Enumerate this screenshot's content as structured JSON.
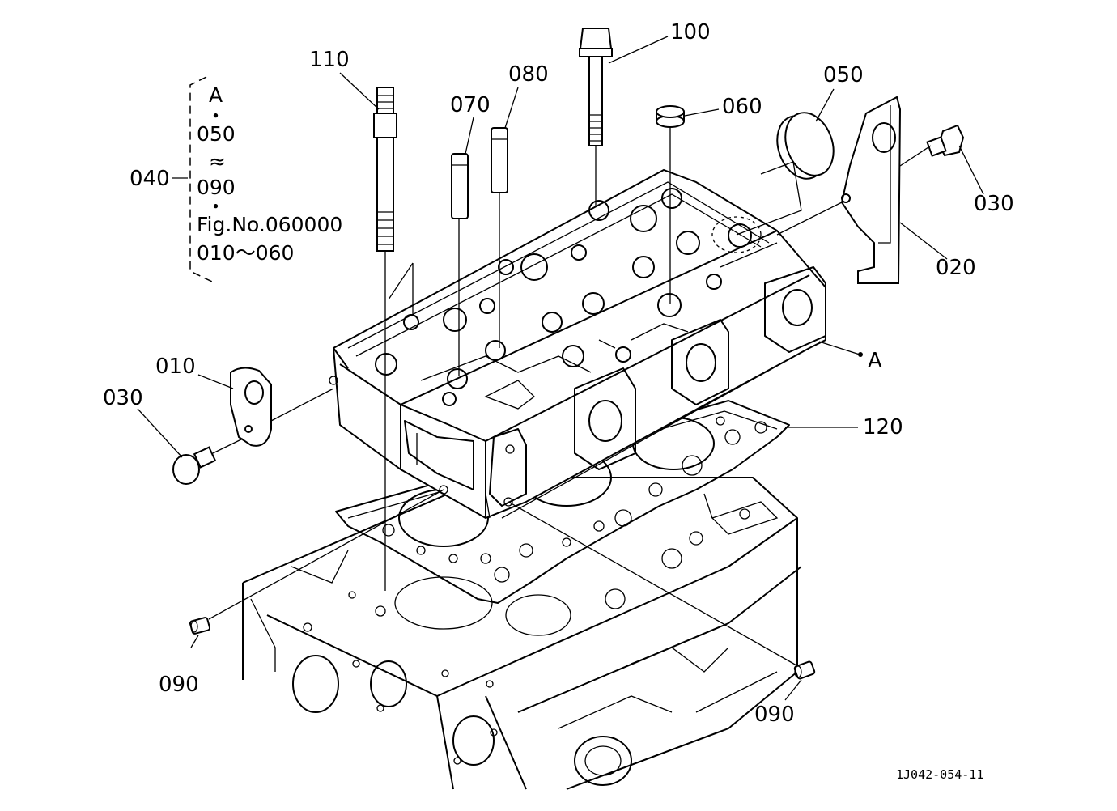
{
  "diagram": {
    "drawing_id": "1J042-054-11",
    "group_note": {
      "group_callout": "040",
      "lines": [
        "A",
        "・",
        "050",
        "≈",
        "090",
        "・",
        "Fig.No.060000",
        "010～060"
      ]
    },
    "callouts": [
      {
        "id": "c110",
        "label": "110"
      },
      {
        "id": "c100",
        "label": "100"
      },
      {
        "id": "c080",
        "label": "080"
      },
      {
        "id": "c070",
        "label": "070"
      },
      {
        "id": "c060",
        "label": "060"
      },
      {
        "id": "c050",
        "label": "050"
      },
      {
        "id": "c030a",
        "label": "030"
      },
      {
        "id": "c020",
        "label": "020"
      },
      {
        "id": "cA",
        "label": "A"
      },
      {
        "id": "c120",
        "label": "120"
      },
      {
        "id": "c010",
        "label": "010"
      },
      {
        "id": "c030b",
        "label": "030"
      },
      {
        "id": "c090a",
        "label": "090"
      },
      {
        "id": "c090b",
        "label": "090"
      }
    ]
  }
}
